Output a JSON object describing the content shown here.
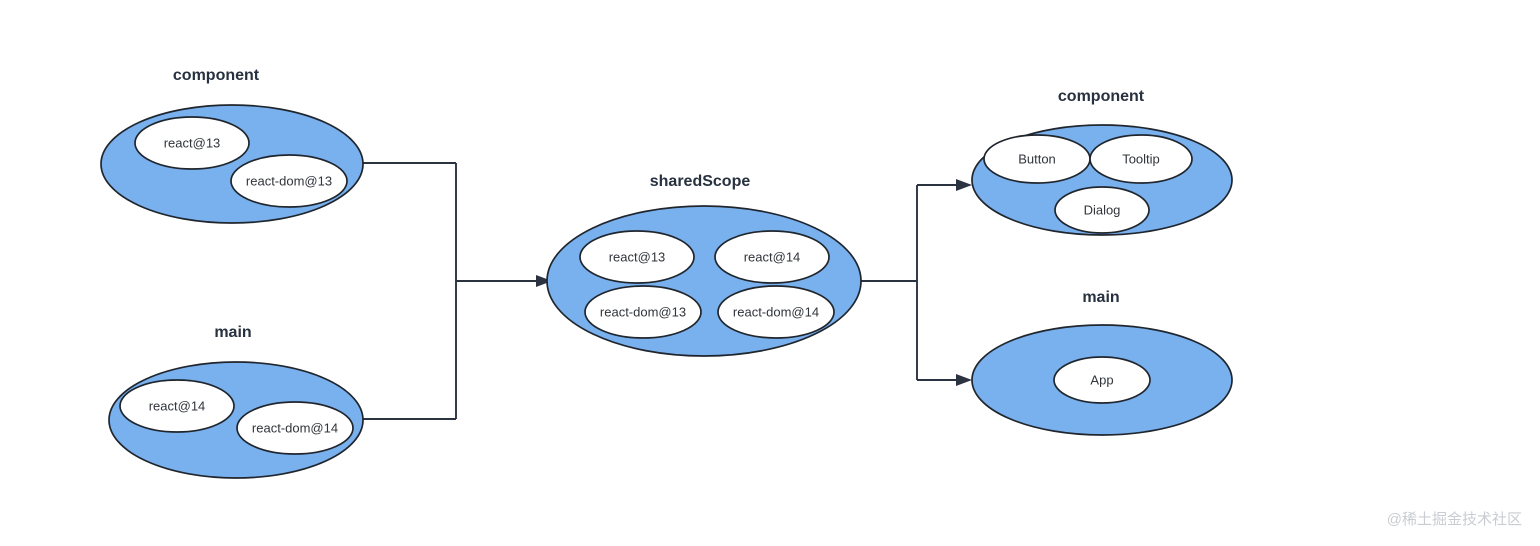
{
  "diagram": {
    "title_color": "#27313f",
    "node_fill": "#79b0ee",
    "inner_fill": "#ffffff",
    "stroke_color": "#20262e",
    "connector_color": "#2b3340",
    "groups": [
      {
        "id": "left-component",
        "title": "component",
        "nodes": [
          {
            "label": "react@13"
          },
          {
            "label": "react-dom@13"
          }
        ]
      },
      {
        "id": "left-main",
        "title": "main",
        "nodes": [
          {
            "label": "react@14"
          },
          {
            "label": "react-dom@14"
          }
        ]
      },
      {
        "id": "shared-scope",
        "title": "sharedScope",
        "nodes": [
          {
            "label": "react@13"
          },
          {
            "label": "react@14"
          },
          {
            "label": "react-dom@13"
          },
          {
            "label": "react-dom@14"
          }
        ]
      },
      {
        "id": "right-component",
        "title": "component",
        "nodes": [
          {
            "label": "Button"
          },
          {
            "label": "Tooltip"
          },
          {
            "label": "Dialog"
          }
        ]
      },
      {
        "id": "right-main",
        "title": "main",
        "nodes": [
          {
            "label": "App"
          }
        ]
      }
    ]
  },
  "watermark": {
    "text": "@稀土掘金技术社区"
  }
}
